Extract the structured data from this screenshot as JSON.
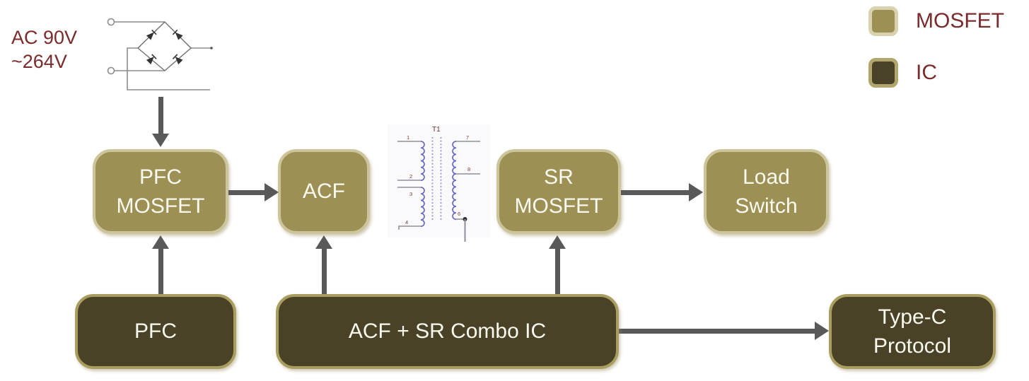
{
  "input_label": {
    "line1": "AC 90V",
    "line2": "~264V"
  },
  "blocks": {
    "pfc_mosfet": {
      "lines": [
        "PFC",
        "MOSFET"
      ],
      "type": "MOSFET"
    },
    "acf": {
      "lines": [
        "ACF"
      ],
      "type": "MOSFET"
    },
    "sr_mosfet": {
      "lines": [
        "SR",
        "MOSFET"
      ],
      "type": "MOSFET"
    },
    "load_switch": {
      "lines": [
        "Load",
        "Switch"
      ],
      "type": "MOSFET"
    },
    "pfc_ic": {
      "lines": [
        "PFC"
      ],
      "type": "IC"
    },
    "acf_sr_combo_ic": {
      "lines": [
        "ACF + SR Combo IC"
      ],
      "type": "IC"
    },
    "type_c_protocol": {
      "lines": [
        "Type-C",
        "Protocol"
      ],
      "type": "IC"
    }
  },
  "transformer": {
    "label": "T1",
    "pins": {
      "p1": "1",
      "p2": "2",
      "p3": "3",
      "p4": "4",
      "p6": "6",
      "p7": "7",
      "p8": "8"
    }
  },
  "legend": {
    "items": [
      {
        "label": "MOSFET",
        "fill": "#9c9054",
        "border": "#d8d2ae"
      },
      {
        "label": "IC",
        "fill": "#4a4228",
        "border": "#b1a76c"
      }
    ]
  },
  "connections": [
    {
      "from": "ac-input-bridge-rectifier",
      "to": "pfc-mosfet"
    },
    {
      "from": "pfc-mosfet",
      "to": "acf"
    },
    {
      "from": "sr-mosfet",
      "to": "load-switch"
    },
    {
      "from": "pfc-ic",
      "to": "pfc-mosfet"
    },
    {
      "from": "acf-sr-combo-ic",
      "to": "acf"
    },
    {
      "from": "acf-sr-combo-ic",
      "to": "sr-mosfet"
    },
    {
      "from": "acf-sr-combo-ic",
      "to": "type-c-protocol"
    }
  ],
  "colors": {
    "mosfet_fill": "#9c9054",
    "mosfet_border": "#ccc59b",
    "ic_fill": "#494226",
    "ic_border": "#a99e60",
    "arrow": "#595959",
    "annotation_text": "#7b2b2b",
    "block_text": "#fbfaf0"
  }
}
